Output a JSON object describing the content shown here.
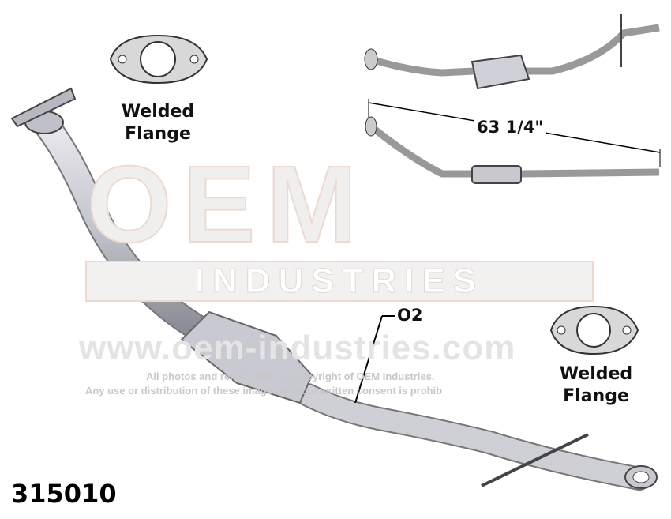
{
  "watermark": {
    "logo": "OEM",
    "brand": "INDUSTRIES",
    "url": "www.oem-industries.com",
    "copyright_line1": "All photos and renderings are copyright of OEM Industries.",
    "copyright_line2": "Any use or distribution of these images without written consent is prohib"
  },
  "labels": {
    "flange_top_line1": "Welded",
    "flange_top_line2": "Flange",
    "flange_bottom_line1": "Welded",
    "flange_bottom_line2": "Flange",
    "o2": "O2",
    "length": "63 1/4\""
  },
  "part_number": "315010"
}
